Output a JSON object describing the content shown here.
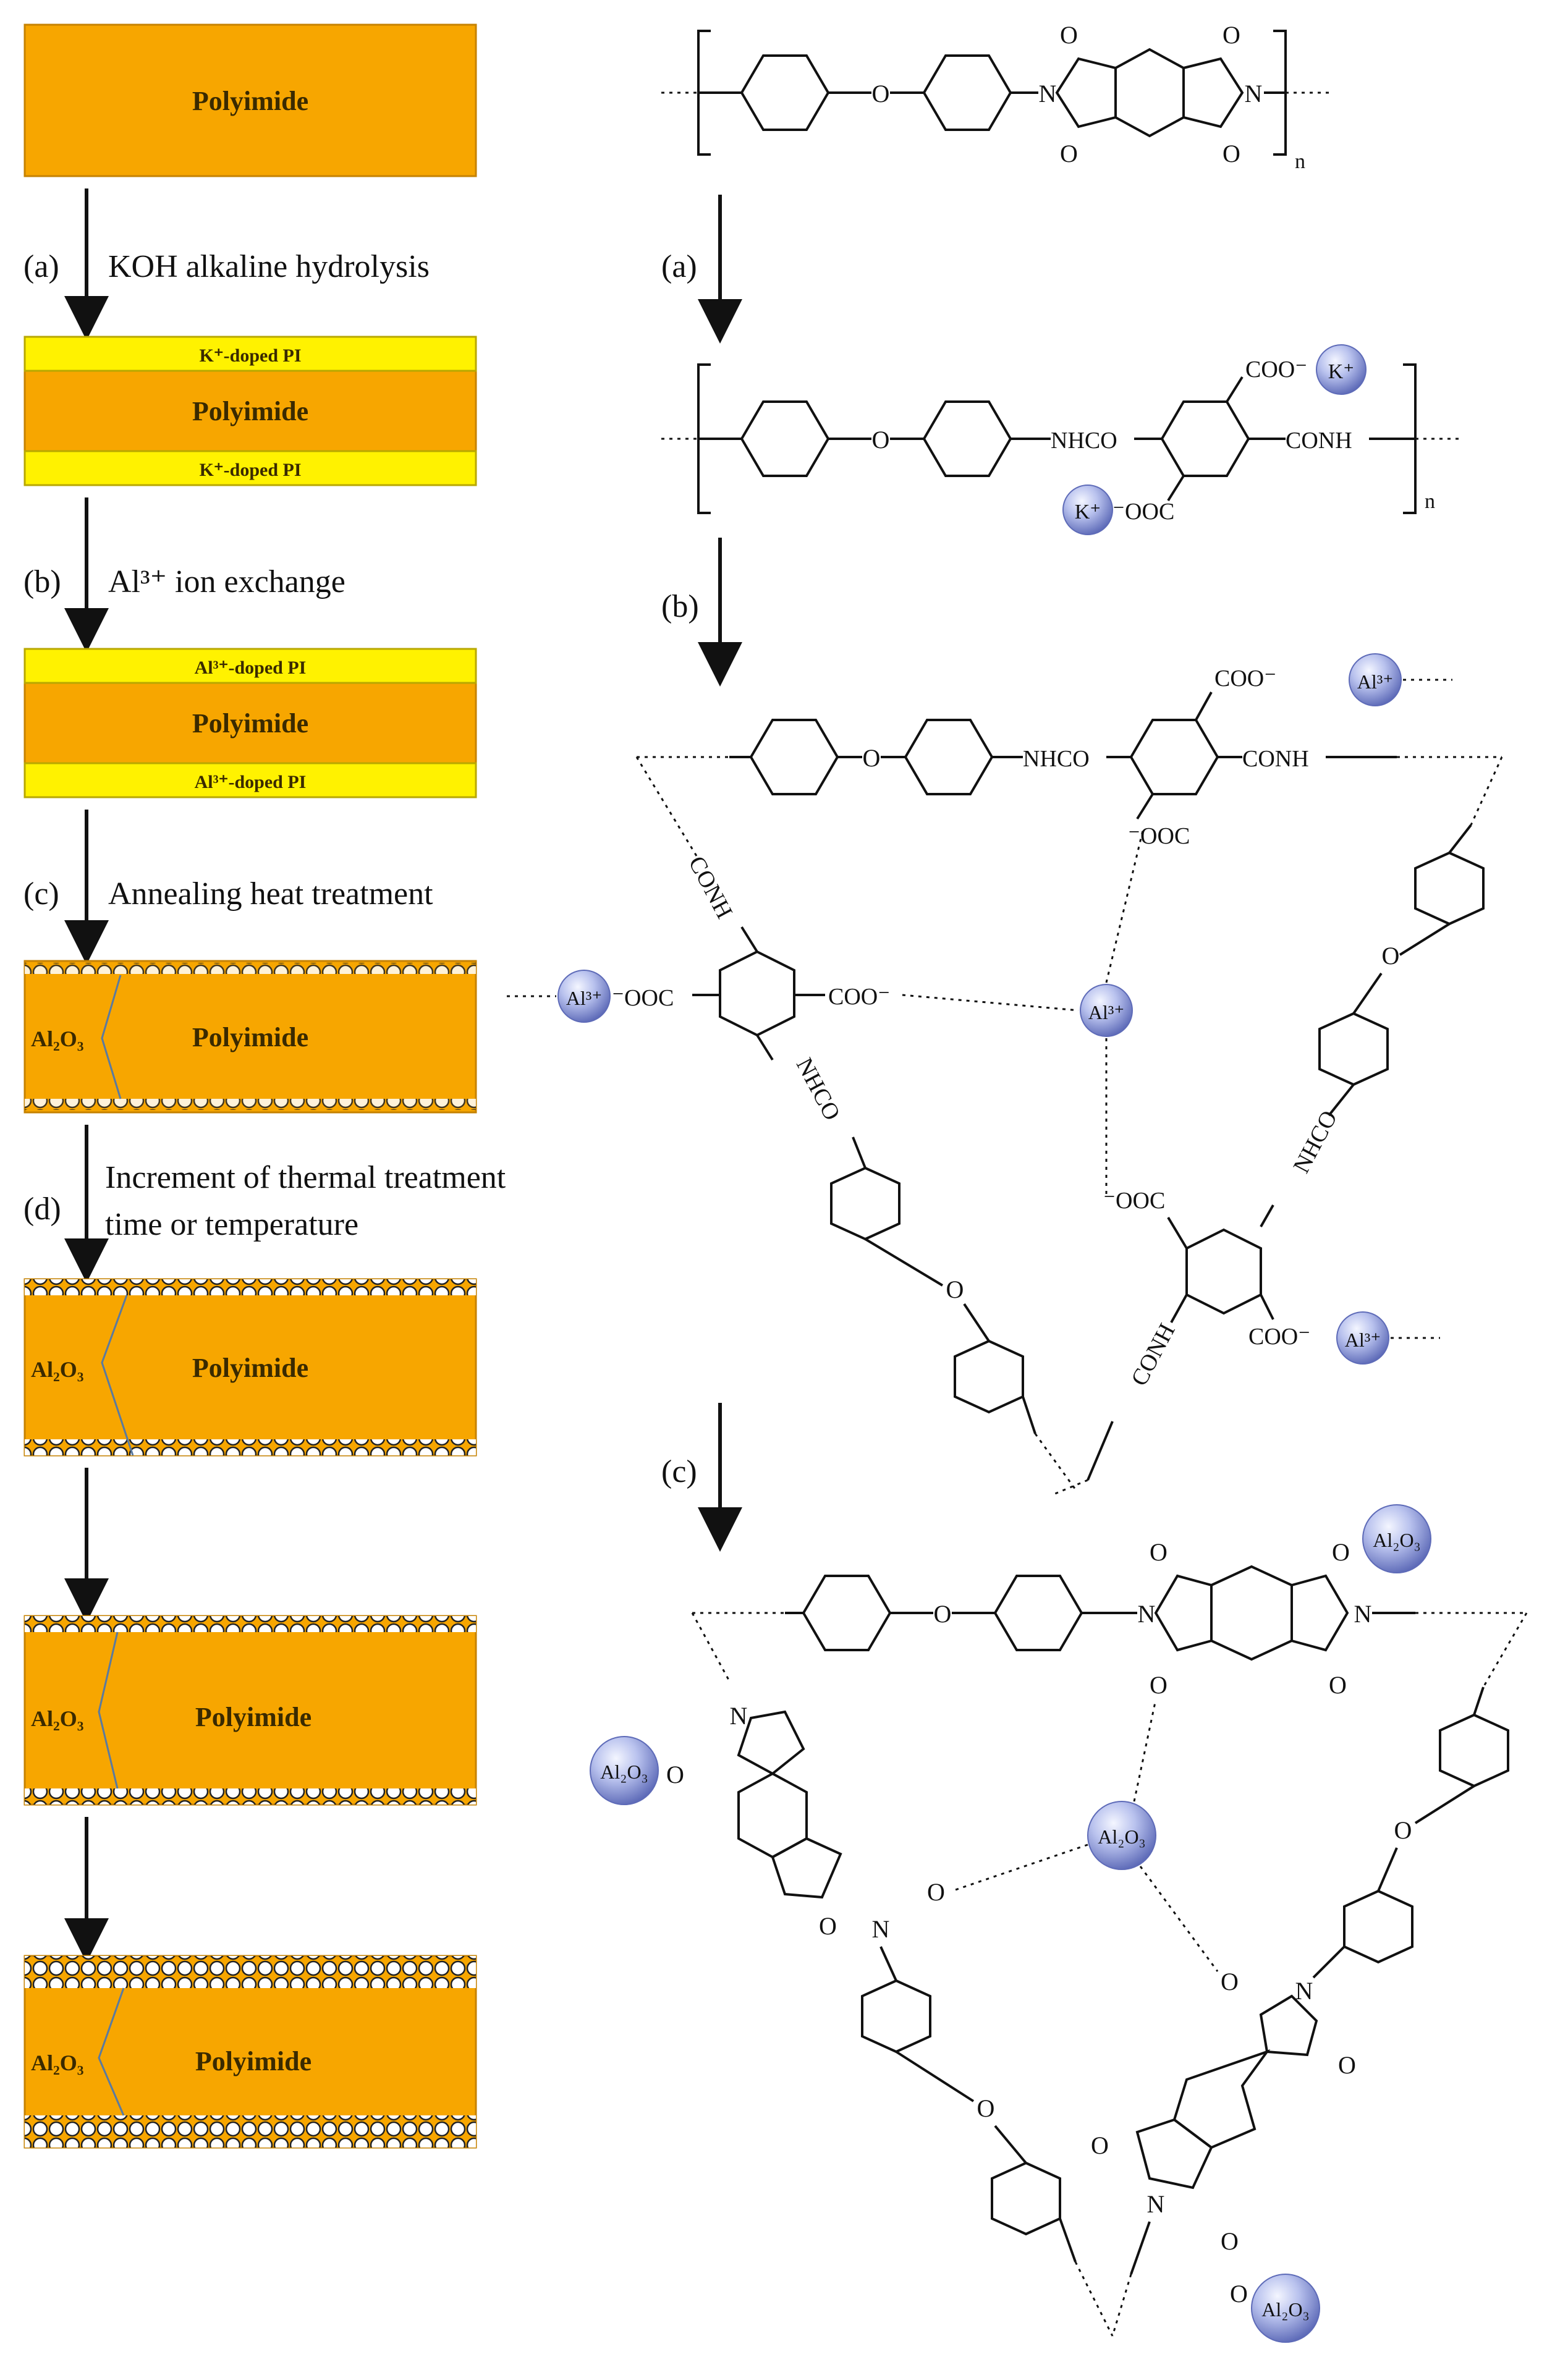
{
  "colors": {
    "polyimide": "#F7A600",
    "polyimide_border": "#C68200",
    "doped_layer": "#FFF200",
    "doped_border": "#B8A800",
    "arrow": "#111111",
    "ion_sphere": "#9EA9E0"
  },
  "left_panel": {
    "steps": [
      {
        "marker": "(a)",
        "line1": "KOH alkaline hydrolysis",
        "line2": ""
      },
      {
        "marker": "(b)",
        "line1": "Al³⁺ ion exchange",
        "line2": ""
      },
      {
        "marker": "(c)",
        "line1": "Annealing heat treatment",
        "line2": ""
      },
      {
        "marker": "(d)",
        "line1": "Increment of thermal treatment",
        "line2": "time or temperature"
      }
    ],
    "boxes": [
      {
        "label": "Polyimide",
        "top_layer": "",
        "bottom_layer": "",
        "side": ""
      },
      {
        "label": "Polyimide",
        "top_layer": "K⁺-doped PI",
        "bottom_layer": "K⁺-doped PI",
        "side": ""
      },
      {
        "label": "Polyimide",
        "top_layer": "Al³⁺-doped PI",
        "bottom_layer": "Al³⁺-doped PI",
        "side": ""
      },
      {
        "label": "Polyimide",
        "top_layer": "",
        "bottom_layer": "",
        "side": "Al₂O₃"
      },
      {
        "label": "Polyimide",
        "top_layer": "",
        "bottom_layer": "",
        "side": "Al₂O₃"
      },
      {
        "label": "Polyimide",
        "top_layer": "",
        "bottom_layer": "",
        "side": "Al₂O₃"
      },
      {
        "label": "Polyimide",
        "top_layer": "",
        "bottom_layer": "",
        "side": "Al₂O₃"
      }
    ]
  },
  "right_panel": {
    "markers": [
      "(a)",
      "(b)",
      "(c)"
    ],
    "repeat_unit": "n",
    "atoms": {
      "oxygen": "O",
      "nitrogen": "N"
    },
    "groups": {
      "nhco": "NHCO",
      "conh": "CONH",
      "coo_minus": "COO⁻",
      "ooc_minus": "⁻OOC",
      "k_ion": "K⁺",
      "al_ion": "Al³⁺",
      "al2o3": "Al₂O₃"
    }
  }
}
